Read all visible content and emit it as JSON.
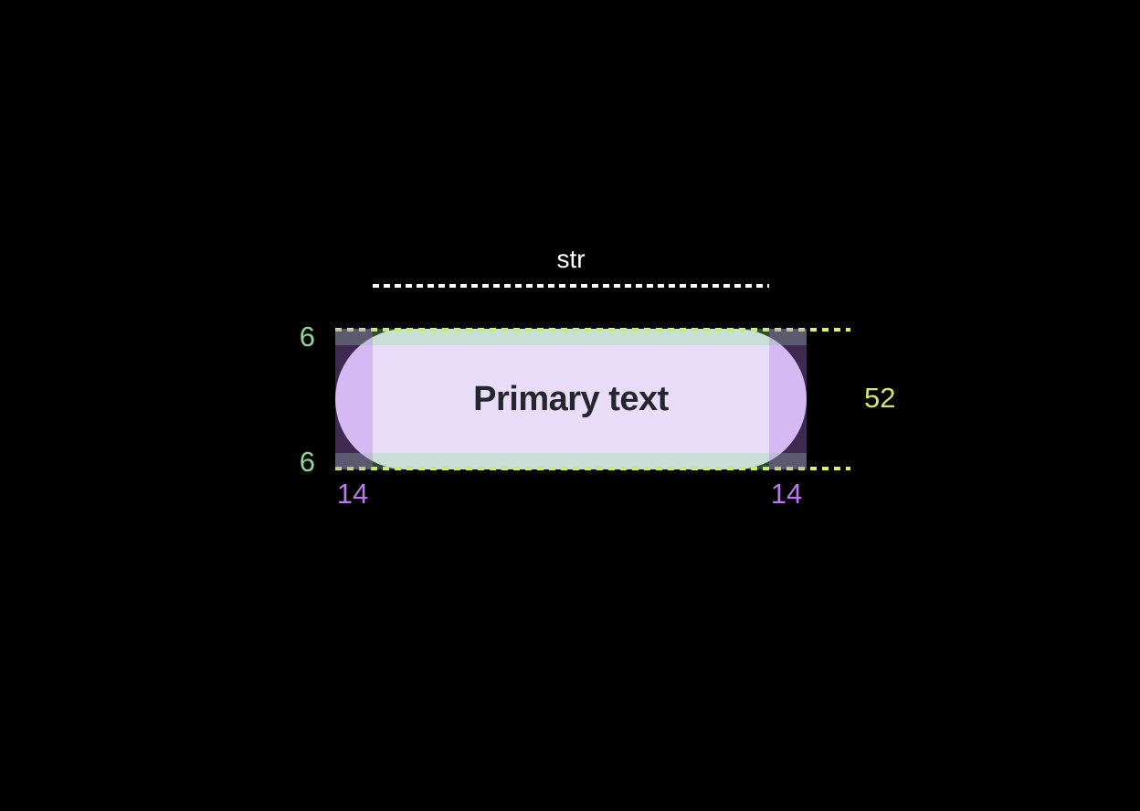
{
  "annotations": {
    "width_label": "str",
    "height_value": "52",
    "padding_top_value": "6",
    "padding_bottom_value": "6",
    "padding_left_value": "14",
    "padding_right_value": "14"
  },
  "button": {
    "label": "Primary text"
  },
  "colors": {
    "background": "#000000",
    "button_background": "#E8DCF8",
    "button_text": "#26262E",
    "width_guide_line": "#FFFFFF",
    "bounds_guide_line": "#E2ED69",
    "height_label": "#D7E566",
    "vertical_padding_label": "#8FD794",
    "horizontal_padding_label": "#BA79E8",
    "vertical_padding_overlay": "rgba(140,228,145,0.33)",
    "horizontal_padding_overlay": "rgba(178,120,232,0.35)"
  }
}
